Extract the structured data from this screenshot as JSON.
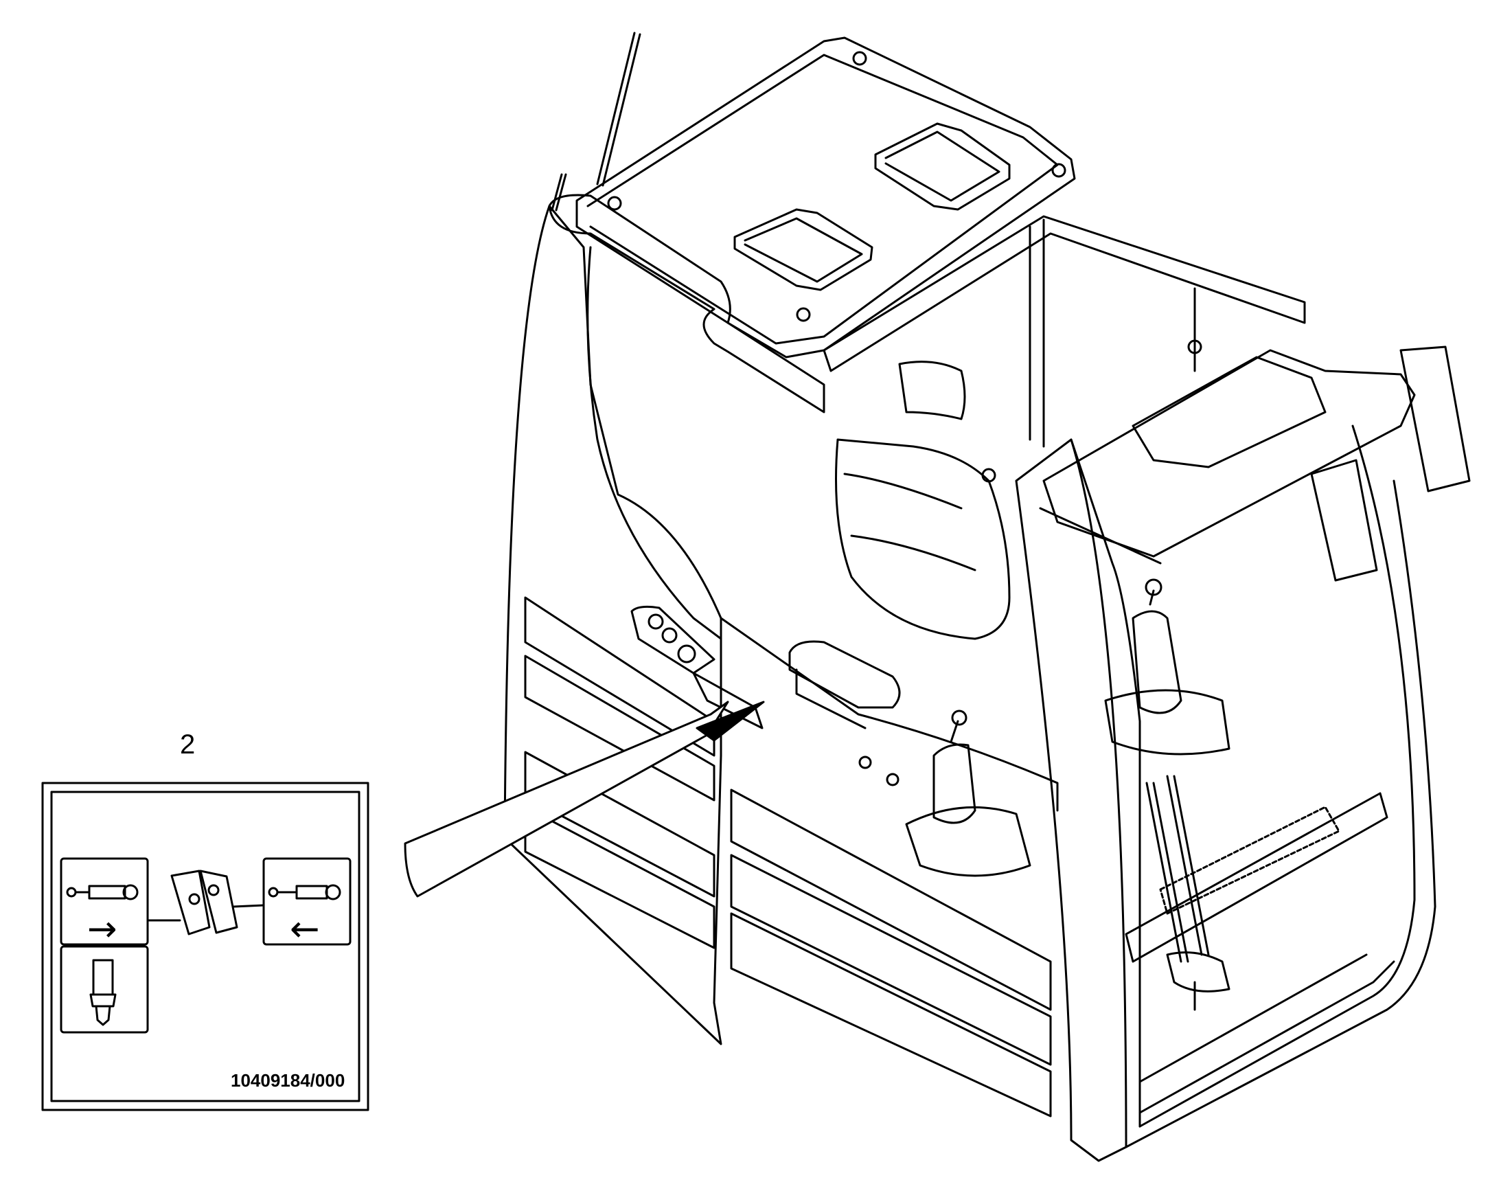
{
  "callout": {
    "number": "2"
  },
  "decal": {
    "part_number": "10409184/000",
    "icons": [
      "cylinder-extend-icon",
      "pedal-icon",
      "cylinder-retract-icon",
      "breaker-tool-icon"
    ],
    "arrows": {
      "left_panel": "→",
      "right_panel": "←"
    }
  },
  "illustration": {
    "subject": "cab-interior-line-drawing",
    "colors": {
      "line": "#000000",
      "background": "#ffffff"
    }
  }
}
